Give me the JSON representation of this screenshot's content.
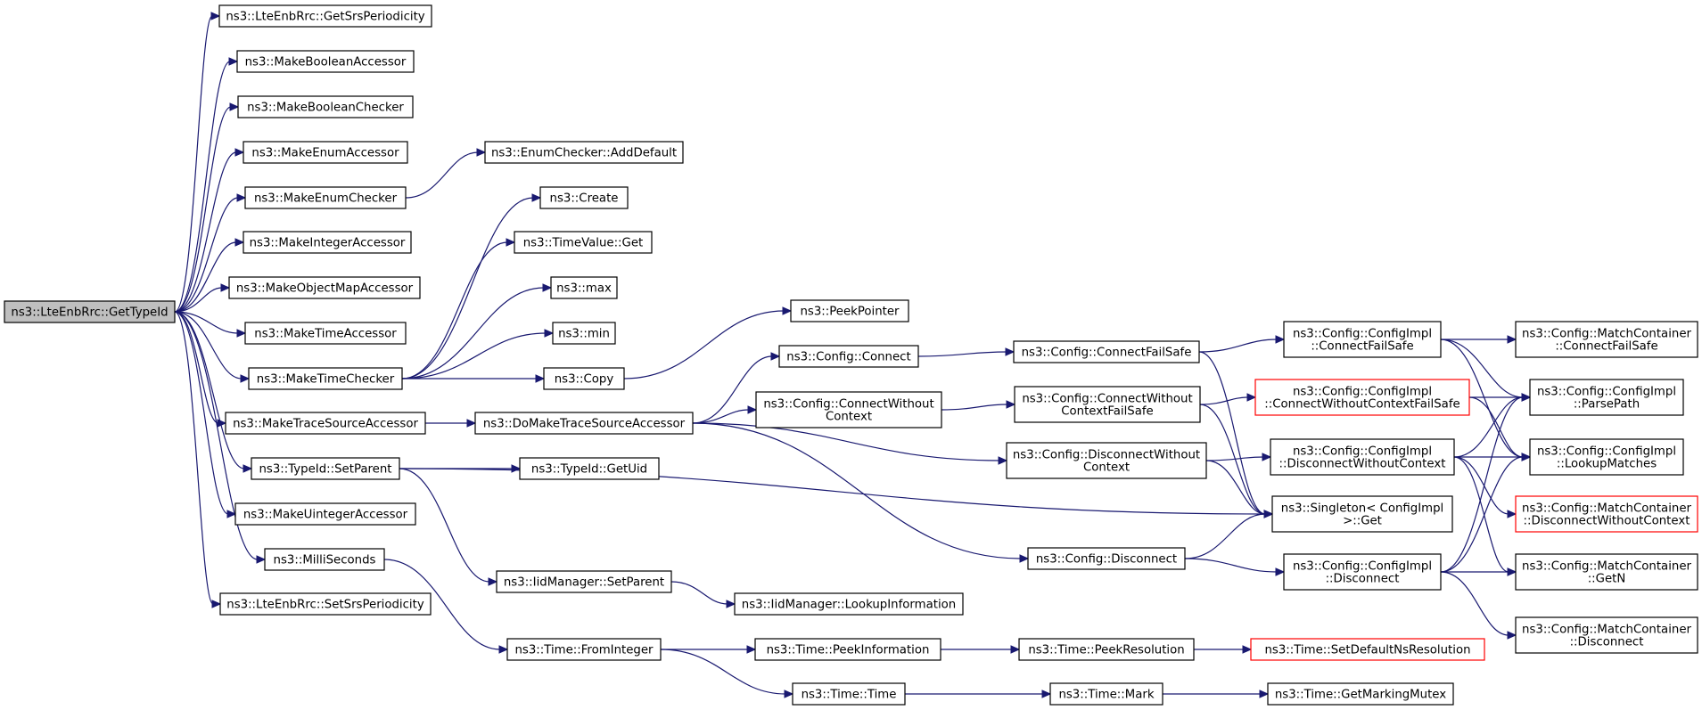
{
  "nodes": [
    {
      "id": "n0",
      "lines": [
        "ns3::LteEnbRrc::GetTypeId"
      ],
      "style": "root"
    },
    {
      "id": "n1",
      "lines": [
        "ns3::LteEnbRrc::GetSrsPeriodicity"
      ]
    },
    {
      "id": "n2",
      "lines": [
        "ns3::MakeBooleanAccessor"
      ]
    },
    {
      "id": "n3",
      "lines": [
        "ns3::MakeBooleanChecker"
      ]
    },
    {
      "id": "n4",
      "lines": [
        "ns3::MakeEnumAccessor"
      ]
    },
    {
      "id": "n5",
      "lines": [
        "ns3::MakeEnumChecker"
      ]
    },
    {
      "id": "n6",
      "lines": [
        "ns3::MakeIntegerAccessor"
      ]
    },
    {
      "id": "n7",
      "lines": [
        "ns3::MakeObjectMapAccessor"
      ]
    },
    {
      "id": "n8",
      "lines": [
        "ns3::MakeTimeAccessor"
      ]
    },
    {
      "id": "n9",
      "lines": [
        "ns3::MakeTimeChecker"
      ]
    },
    {
      "id": "n10",
      "lines": [
        "ns3::MakeTraceSourceAccessor"
      ]
    },
    {
      "id": "n11",
      "lines": [
        "ns3::TypeId::SetParent"
      ]
    },
    {
      "id": "n12",
      "lines": [
        "ns3::MakeUintegerAccessor"
      ]
    },
    {
      "id": "n13",
      "lines": [
        "ns3::MilliSeconds"
      ]
    },
    {
      "id": "n14",
      "lines": [
        "ns3::LteEnbRrc::SetSrsPeriodicity"
      ]
    },
    {
      "id": "n15",
      "lines": [
        "ns3::EnumChecker::AddDefault"
      ]
    },
    {
      "id": "n16",
      "lines": [
        "ns3::Create"
      ]
    },
    {
      "id": "n17",
      "lines": [
        "ns3::TimeValue::Get"
      ]
    },
    {
      "id": "n18",
      "lines": [
        "ns3::max"
      ]
    },
    {
      "id": "n19",
      "lines": [
        "ns3::min"
      ]
    },
    {
      "id": "n20",
      "lines": [
        "ns3::Copy"
      ]
    },
    {
      "id": "n21",
      "lines": [
        "ns3::DoMakeTraceSourceAccessor"
      ]
    },
    {
      "id": "n22",
      "lines": [
        "ns3::TypeId::GetUid"
      ]
    },
    {
      "id": "n23",
      "lines": [
        "ns3::IidManager::SetParent"
      ]
    },
    {
      "id": "n24",
      "lines": [
        "ns3::Time::FromInteger"
      ]
    },
    {
      "id": "n25",
      "lines": [
        "ns3::PeekPointer"
      ]
    },
    {
      "id": "n26",
      "lines": [
        "ns3::Config::Connect"
      ]
    },
    {
      "id": "n27",
      "lines": [
        "ns3::Config::ConnectWithout",
        "Context"
      ]
    },
    {
      "id": "n28",
      "lines": [
        "ns3::IidManager::LookupInformation"
      ]
    },
    {
      "id": "n29",
      "lines": [
        "ns3::Time::PeekInformation"
      ]
    },
    {
      "id": "n30",
      "lines": [
        "ns3::Time::Time"
      ]
    },
    {
      "id": "n31",
      "lines": [
        "ns3::Config::ConnectFailSafe"
      ]
    },
    {
      "id": "n32",
      "lines": [
        "ns3::Config::ConnectWithout",
        "ContextFailSafe"
      ]
    },
    {
      "id": "n33",
      "lines": [
        "ns3::Config::DisconnectWithout",
        "Context"
      ]
    },
    {
      "id": "n34",
      "lines": [
        "ns3::Config::Disconnect"
      ]
    },
    {
      "id": "n35",
      "lines": [
        "ns3::Time::PeekResolution"
      ]
    },
    {
      "id": "n36",
      "lines": [
        "ns3::Time::Mark"
      ]
    },
    {
      "id": "n37",
      "lines": [
        "ns3::Config::ConfigImpl",
        "::ConnectFailSafe"
      ]
    },
    {
      "id": "n38",
      "lines": [
        "ns3::Config::ConfigImpl",
        "::ConnectWithoutContextFailSafe"
      ],
      "style": "red"
    },
    {
      "id": "n39",
      "lines": [
        "ns3::Config::ConfigImpl",
        "::DisconnectWithoutContext"
      ]
    },
    {
      "id": "n40",
      "lines": [
        "ns3::Singleton< ConfigImpl",
        " >::Get"
      ]
    },
    {
      "id": "n41",
      "lines": [
        "ns3::Config::ConfigImpl",
        "::Disconnect"
      ]
    },
    {
      "id": "n42",
      "lines": [
        "ns3::Time::SetDefaultNsResolution"
      ],
      "style": "red"
    },
    {
      "id": "n43",
      "lines": [
        "ns3::Time::GetMarkingMutex"
      ]
    },
    {
      "id": "n44",
      "lines": [
        "ns3::Config::MatchContainer",
        "::ConnectFailSafe"
      ]
    },
    {
      "id": "n45",
      "lines": [
        "ns3::Config::ConfigImpl",
        "::ParsePath"
      ]
    },
    {
      "id": "n46",
      "lines": [
        "ns3::Config::ConfigImpl",
        "::LookupMatches"
      ]
    },
    {
      "id": "n47",
      "lines": [
        "ns3::Config::MatchContainer",
        "::DisconnectWithoutContext"
      ],
      "style": "red"
    },
    {
      "id": "n48",
      "lines": [
        "ns3::Config::MatchContainer",
        "::GetN"
      ]
    },
    {
      "id": "n49",
      "lines": [
        "ns3::Config::MatchContainer",
        "::Disconnect"
      ]
    }
  ],
  "edges": [
    [
      "n0",
      "n1"
    ],
    [
      "n0",
      "n2"
    ],
    [
      "n0",
      "n3"
    ],
    [
      "n0",
      "n4"
    ],
    [
      "n0",
      "n5"
    ],
    [
      "n0",
      "n6"
    ],
    [
      "n0",
      "n7"
    ],
    [
      "n0",
      "n8"
    ],
    [
      "n0",
      "n9"
    ],
    [
      "n0",
      "n10"
    ],
    [
      "n0",
      "n11"
    ],
    [
      "n0",
      "n12"
    ],
    [
      "n0",
      "n13"
    ],
    [
      "n0",
      "n14"
    ],
    [
      "n5",
      "n15"
    ],
    [
      "n9",
      "n16"
    ],
    [
      "n9",
      "n17"
    ],
    [
      "n9",
      "n18"
    ],
    [
      "n9",
      "n19"
    ],
    [
      "n9",
      "n20"
    ],
    [
      "n10",
      "n21"
    ],
    [
      "n11",
      "n22"
    ],
    [
      "n11",
      "n23"
    ],
    [
      "n11",
      "n40"
    ],
    [
      "n13",
      "n24"
    ],
    [
      "n20",
      "n25"
    ],
    [
      "n21",
      "n26"
    ],
    [
      "n21",
      "n27"
    ],
    [
      "n21",
      "n33"
    ],
    [
      "n21",
      "n34"
    ],
    [
      "n23",
      "n28"
    ],
    [
      "n24",
      "n29"
    ],
    [
      "n24",
      "n30"
    ],
    [
      "n26",
      "n31"
    ],
    [
      "n27",
      "n32"
    ],
    [
      "n29",
      "n35"
    ],
    [
      "n30",
      "n36"
    ],
    [
      "n31",
      "n37"
    ],
    [
      "n31",
      "n40"
    ],
    [
      "n32",
      "n38"
    ],
    [
      "n32",
      "n40"
    ],
    [
      "n33",
      "n39"
    ],
    [
      "n33",
      "n40"
    ],
    [
      "n34",
      "n40"
    ],
    [
      "n34",
      "n41"
    ],
    [
      "n35",
      "n42"
    ],
    [
      "n36",
      "n43"
    ],
    [
      "n37",
      "n44"
    ],
    [
      "n37",
      "n45"
    ],
    [
      "n37",
      "n46"
    ],
    [
      "n38",
      "n45"
    ],
    [
      "n38",
      "n46"
    ],
    [
      "n39",
      "n45"
    ],
    [
      "n39",
      "n46"
    ],
    [
      "n39",
      "n47"
    ],
    [
      "n39",
      "n48"
    ],
    [
      "n41",
      "n45"
    ],
    [
      "n41",
      "n46"
    ],
    [
      "n41",
      "n48"
    ],
    [
      "n41",
      "n49"
    ]
  ]
}
